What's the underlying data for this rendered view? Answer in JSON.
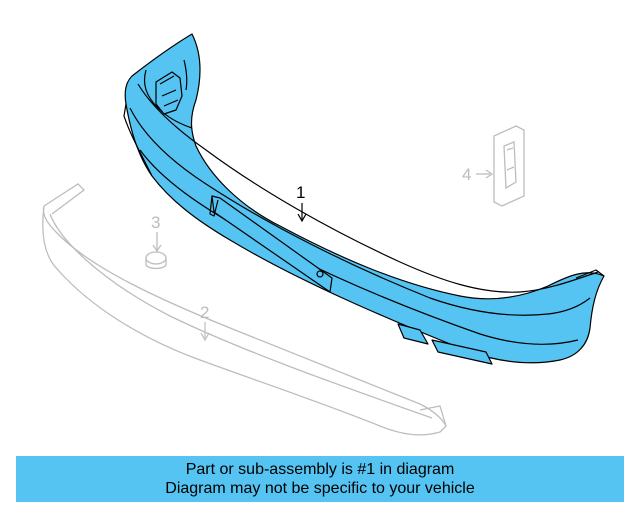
{
  "diagram": {
    "callouts": [
      {
        "number": "1",
        "active": true
      },
      {
        "number": "2",
        "active": false
      },
      {
        "number": "3",
        "active": false
      },
      {
        "number": "4",
        "active": false
      }
    ],
    "highlight_color": "#55c4f2",
    "line_color": "#000000",
    "dim_line_color": "#bdbdbd"
  },
  "caption": {
    "line1": "Part or sub-assembly is #1 in diagram",
    "line2": "Diagram may not be specific to your vehicle",
    "background": "#55c4f2"
  }
}
